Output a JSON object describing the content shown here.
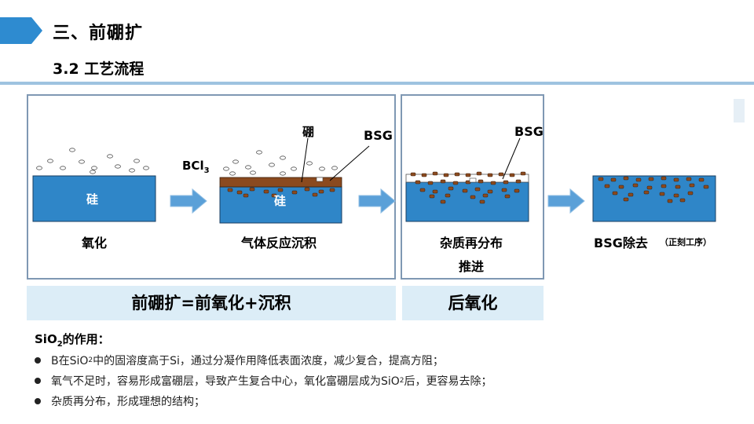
{
  "header": {
    "title": "三、前硼扩",
    "subtitle": "3.2 工艺流程",
    "accent_color": "#2e8bd0"
  },
  "diagram": {
    "step1": {
      "block_label": "硅",
      "caption": "氧化"
    },
    "gas_label": "BCl",
    "gas_sub": "3",
    "step2": {
      "block_label": "硅",
      "caption": "气体反应沉积",
      "boron_label": "硼",
      "bsg_label": "BSG"
    },
    "step3": {
      "caption_line1": "杂质再分布",
      "caption_line2": "推进",
      "bsg_label": "BSG"
    },
    "step4": {
      "caption": "BSG除去",
      "note": "（正刻工序）"
    },
    "band_left": "前硼扩=前氧化+沉积",
    "band_right": "后氧化"
  },
  "notes": {
    "title_pre": "SiO",
    "title_sub": "2",
    "title_post": "的作用：",
    "items": [
      {
        "pre": "B在SiO",
        "sub": "2",
        "post": "中的固溶度高于Si，通过分凝作用降低表面浓度，减少复合，提高方阻；"
      },
      {
        "pre": "氧气不足时，容易形成富硼层，导致产生复合中心，氧化富硼层成为SiO",
        "sub": "2",
        "post": "后，更容易去除；"
      },
      {
        "pre": "杂质再分布，形成理想的结构；",
        "sub": "",
        "post": ""
      }
    ]
  },
  "colors": {
    "silicon": "#2f86c8",
    "bsg_layer": "#8b4a1f",
    "arrow": "#5aa0d8",
    "band": "#dcedf7"
  }
}
